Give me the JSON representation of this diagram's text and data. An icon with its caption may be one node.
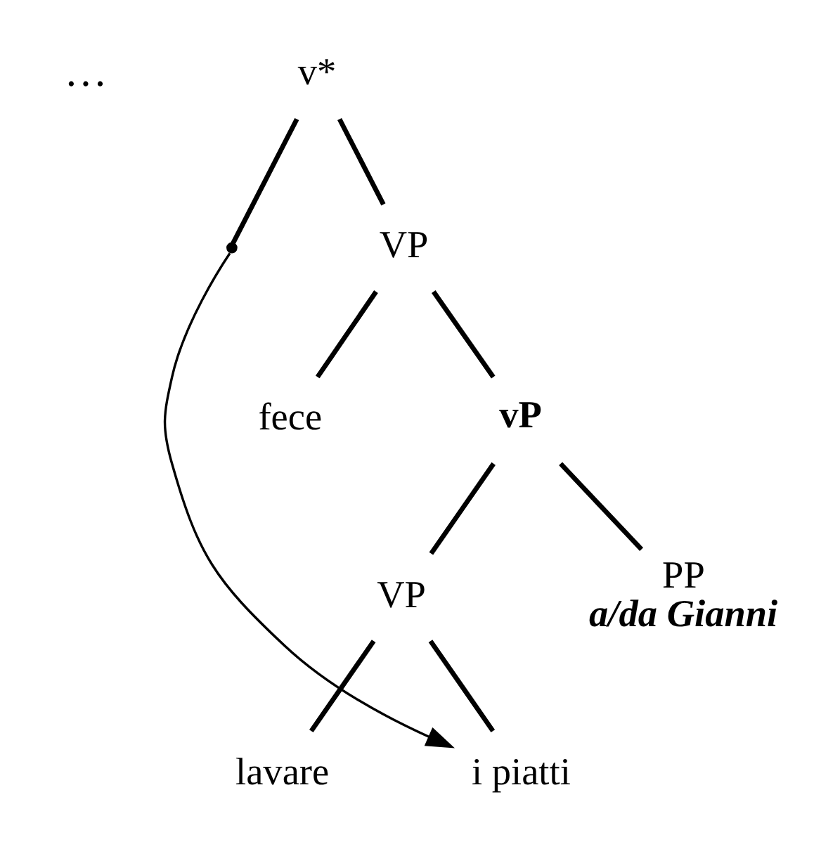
{
  "diagram": {
    "nodes": [
      {
        "text": [
          "v*"
        ]
      },
      {
        "text": [],
        "shape": "point"
      },
      {
        "text": [
          "VP"
        ]
      },
      {
        "text": [
          "fece"
        ]
      },
      {
        "text": [
          "vP"
        ]
      },
      {
        "text": [
          "VP"
        ]
      },
      {
        "text": [
          "PP",
          "a/da Gianni"
        ]
      },
      {
        "text": [
          "lavare"
        ]
      },
      {
        "text": [
          "i piatti"
        ]
      }
    ],
    "edges": [
      {
        "from": 0,
        "to": 1,
        "arrow": "none"
      },
      {
        "from": 0,
        "to": 2,
        "arrow": "none"
      },
      {
        "from": 2,
        "to": 3,
        "arrow": "none"
      },
      {
        "from": 2,
        "to": 4,
        "arrow": "none"
      },
      {
        "from": 4,
        "to": 5,
        "arrow": "none"
      },
      {
        "from": 4,
        "to": 6,
        "arrow": "none"
      },
      {
        "from": 5,
        "to": 7,
        "arrow": "none"
      },
      {
        "from": 5,
        "to": 8,
        "arrow": "none"
      },
      {
        "from": 1,
        "to": 8,
        "arrow": "to"
      }
    ],
    "labels": [
      "…"
    ]
  }
}
